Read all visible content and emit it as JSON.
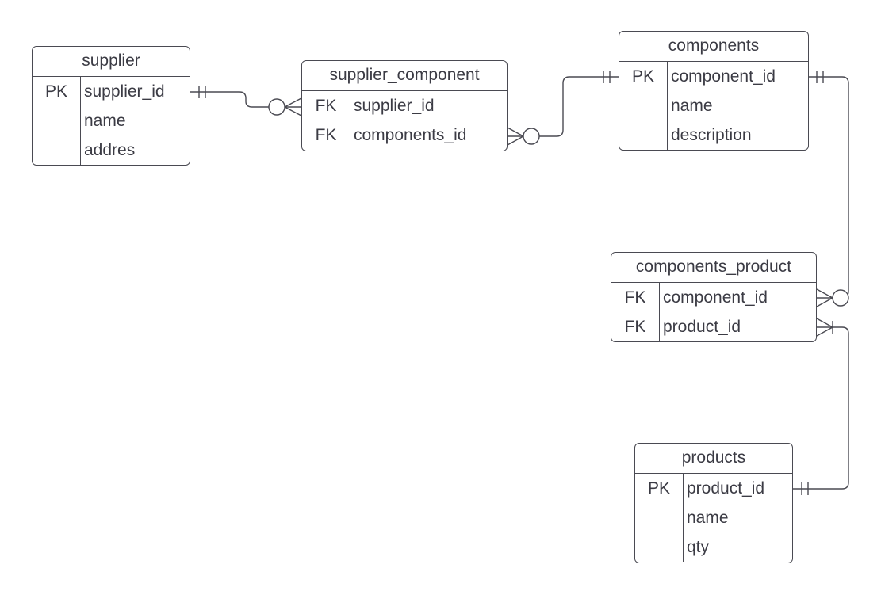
{
  "entities": {
    "supplier": {
      "title": "supplier",
      "fields": [
        {
          "key": "PK",
          "name": "supplier_id"
        },
        {
          "key": "",
          "name": "name"
        },
        {
          "key": "",
          "name": "addres"
        }
      ]
    },
    "supplier_component": {
      "title": "supplier_component",
      "fields": [
        {
          "key": "FK",
          "name": "supplier_id"
        },
        {
          "key": "FK",
          "name": "components_id"
        }
      ]
    },
    "components": {
      "title": "components",
      "fields": [
        {
          "key": "PK",
          "name": "component_id"
        },
        {
          "key": "",
          "name": "name"
        },
        {
          "key": "",
          "name": "description"
        }
      ]
    },
    "components_product": {
      "title": "components_product",
      "fields": [
        {
          "key": "FK",
          "name": "component_id"
        },
        {
          "key": "FK",
          "name": "product_id"
        }
      ]
    },
    "products": {
      "title": "products",
      "fields": [
        {
          "key": "PK",
          "name": "product_id"
        },
        {
          "key": "",
          "name": "name"
        },
        {
          "key": "",
          "name": "qty"
        }
      ]
    }
  },
  "relationships": [
    {
      "from": "supplier.supplier_id",
      "from_cardinality": "one-and-only-one",
      "to": "supplier_component.supplier_id",
      "to_cardinality": "zero-or-many"
    },
    {
      "from": "supplier_component.components_id",
      "from_cardinality": "zero-or-many",
      "to": "components.component_id",
      "to_cardinality": "one-and-only-one"
    },
    {
      "from": "components.component_id",
      "from_cardinality": "one-and-only-one",
      "to": "components_product.component_id",
      "to_cardinality": "zero-or-many"
    },
    {
      "from": "components_product.product_id",
      "from_cardinality": "one-or-many",
      "to": "products.product_id",
      "to_cardinality": "one-and-only-one"
    }
  ]
}
